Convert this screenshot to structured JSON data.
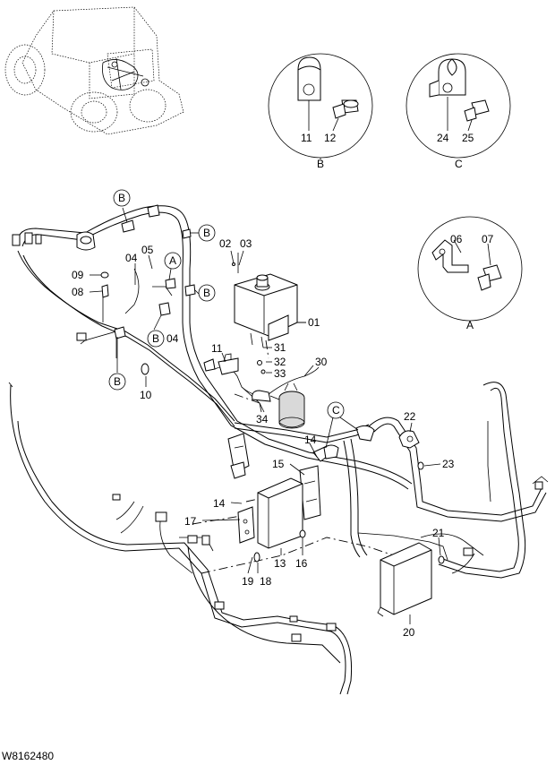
{
  "drawing_code": "W8162480",
  "callouts": {
    "c01": "01",
    "c02": "02",
    "c03": "03",
    "c04a": "04",
    "c04b": "04",
    "c05": "05",
    "c06": "06",
    "c07": "07",
    "c08": "08",
    "c09": "09",
    "c10": "10",
    "c11a": "11",
    "c11b": "11",
    "c12": "12",
    "c13": "13",
    "c14a": "14",
    "c14b": "14",
    "c15": "15",
    "c16": "16",
    "c17": "17",
    "c18": "18",
    "c19": "19",
    "c20": "20",
    "c21": "21",
    "c22": "22",
    "c23": "23",
    "c24": "24",
    "c25": "25",
    "c30": "30",
    "c31": "31",
    "c32": "32",
    "c33": "33",
    "c34": "34"
  },
  "detail_views": {
    "a": "A",
    "b": "B",
    "c": "C"
  },
  "bubbles": {
    "b1": "B",
    "b2": "B",
    "b3": "B",
    "b4": "B",
    "b5": "B",
    "a1": "A",
    "cc": "C"
  }
}
